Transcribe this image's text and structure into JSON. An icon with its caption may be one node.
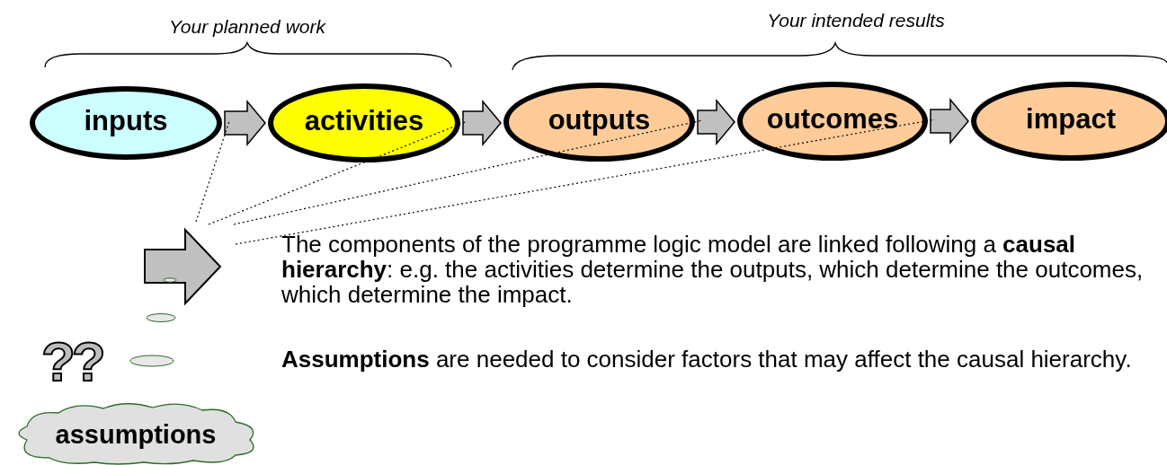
{
  "diagram": {
    "nodes": [
      {
        "text": [
          "inputs"
        ]
      },
      {
        "text": [
          "activities"
        ]
      },
      {
        "text": [
          "outputs"
        ]
      },
      {
        "text": [
          "outcomes"
        ]
      },
      {
        "text": [
          "impact"
        ]
      },
      {
        "text": [],
        "shape": "arrow"
      },
      {
        "text": [
          "assumptions"
        ]
      }
    ],
    "edges": [
      {
        "from": 0,
        "to": 1,
        "arrow": "to"
      },
      {
        "from": 1,
        "to": 2,
        "arrow": "to"
      },
      {
        "from": 2,
        "to": 3,
        "arrow": "to"
      },
      {
        "from": 3,
        "to": 4,
        "arrow": "to"
      },
      {
        "from": 5,
        "to": 0,
        "arrow": "none",
        "style": "dashed"
      },
      {
        "from": 5,
        "to": 1,
        "arrow": "none",
        "style": "dashed"
      },
      {
        "from": 5,
        "to": 2,
        "arrow": "none",
        "style": "dashed"
      },
      {
        "from": 5,
        "to": 3,
        "arrow": "none",
        "style": "dashed"
      }
    ],
    "labels": [
      "Your planned work",
      "Your intended results",
      "The components of the programme logic model are linked following a **causal hierarchy**: e.g. the activities determine the outputs, which determine the outcomes, which determine the impact.",
      "??",
      "**Assumptions** are needed to consider factors that may affect the causal hierarchy."
    ]
  }
}
